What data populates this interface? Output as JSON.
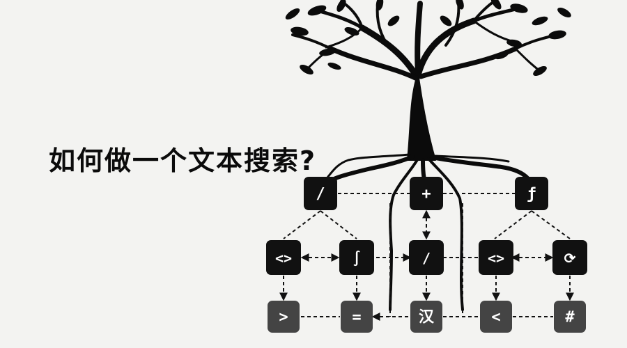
{
  "title": "如何做一个文本搜索?",
  "colors": {
    "background": "#f3f3f1",
    "ink": "#0b0b0b",
    "node_fill": "#111111",
    "node_fill_bottom": "#444444",
    "node_text": "#ffffff"
  },
  "nodes": {
    "top": [
      {
        "name": "slash-node",
        "icon": "/"
      },
      {
        "name": "plus-node",
        "icon": "+"
      },
      {
        "name": "function-node",
        "icon": "ƒ"
      }
    ],
    "middle": [
      {
        "name": "angle-code-node",
        "icon": "<>"
      },
      {
        "name": "integral-node",
        "icon": "∫"
      },
      {
        "name": "slash-node-mid",
        "icon": "/"
      },
      {
        "name": "angle-brackets-node",
        "icon": "<>"
      },
      {
        "name": "refresh-node",
        "icon": "⟳"
      }
    ],
    "bottom": [
      {
        "name": "greater-than-node",
        "icon": ">"
      },
      {
        "name": "equals-node",
        "icon": "="
      },
      {
        "name": "chinese-char-node",
        "icon": "汉"
      },
      {
        "name": "less-than-node",
        "icon": "<"
      },
      {
        "name": "hash-node",
        "icon": "#"
      }
    ]
  }
}
